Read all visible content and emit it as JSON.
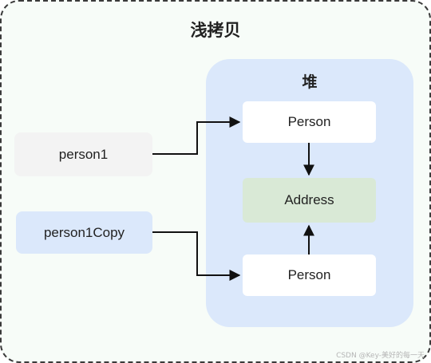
{
  "title": "浅拷贝",
  "heap_label": "堆",
  "nodes": {
    "person_top": "Person",
    "address": "Address",
    "person_bottom": "Person",
    "ref_person1": "person1",
    "ref_person1copy": "person1Copy"
  },
  "watermark": "CSDN @Key-美好的每一天",
  "colors": {
    "background": "#f7fcf8",
    "heap": "#dbe8fb",
    "address": "#d9e9d6",
    "person1": "#f3f3f3",
    "person1copy": "#dbe8fb",
    "arrow": "#111111"
  }
}
